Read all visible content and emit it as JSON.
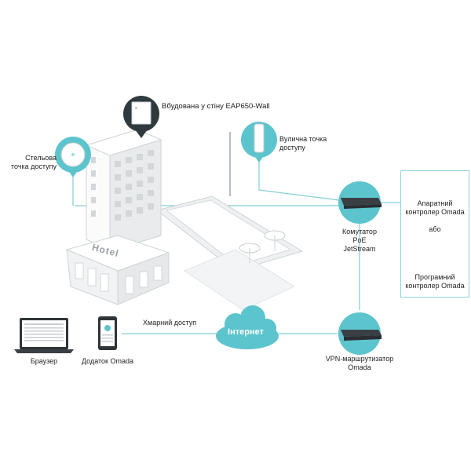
{
  "labels": {
    "wall_ap": "Вбудована у стіну EAP650-Wall",
    "ceiling_ap_line1": "Стельова",
    "ceiling_ap_line2": "точка доступу",
    "outdoor_ap_line1": "Вулична точка",
    "outdoor_ap_line2": "доступу",
    "switch_line1": "Комутатор",
    "switch_line2": "PoE",
    "switch_line3": "JetStream",
    "hw_controller_line1": "Апаратний",
    "hw_controller_line2": "контролер Omada",
    "or": "або",
    "sw_controller_line1": "Програмний",
    "sw_controller_line2": "контролер Omada",
    "cloud_access": "Хмарний доступ",
    "internet": "Інтернет",
    "router_line1": "VPN-маршрутизатор",
    "router_line2": "Omada",
    "browser": "Браузер",
    "app": "Додаток Omada",
    "hotel_sign": "Hotel"
  },
  "colors": {
    "accent": "#5cc4cc",
    "line": "#7fcfd5",
    "building": "#e6e8ea",
    "device_dark": "#3a3f45"
  }
}
